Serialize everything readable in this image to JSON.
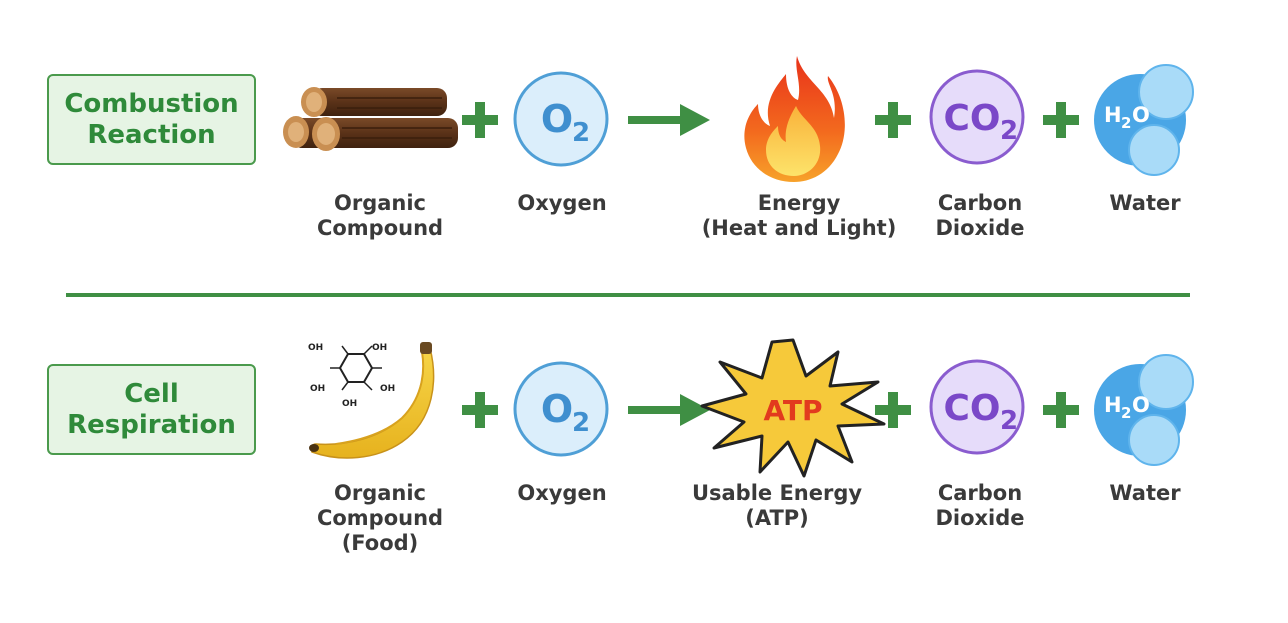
{
  "rows": [
    {
      "label_line1": "Combustion",
      "label_line2": "Reaction",
      "reactant1": [
        "Organic",
        "Compound"
      ],
      "reactant2": [
        "Oxygen"
      ],
      "product1": [
        "Energy",
        "(Heat and Light)"
      ],
      "product2": [
        "Carbon",
        "Dioxide"
      ],
      "product3": [
        "Water"
      ]
    },
    {
      "label_line1": "Cell",
      "label_line2": "Respiration",
      "reactant1": [
        "Organic",
        "Compound",
        "(Food)"
      ],
      "reactant2": [
        "Oxygen"
      ],
      "product1": [
        "Usable Energy",
        "(ATP)"
      ],
      "product2": [
        "Carbon",
        "Dioxide"
      ],
      "product3": [
        "Water"
      ]
    }
  ],
  "symbols": {
    "oxygen": "O",
    "oxygen_sub": "2",
    "co2": "CO",
    "co2_sub": "2",
    "water_h": "H",
    "water_sub": "2",
    "water_o": "O",
    "atp": "ATP",
    "oh": "OH"
  },
  "colors": {
    "green": "#3f8f44",
    "label_bg": "#e6f4e4",
    "o2_fill": "#dbeefb",
    "o2_stroke": "#4f9fd6",
    "co2_fill": "#e6dcfa",
    "co2_stroke": "#8a5ccf",
    "water_blue": "#5aaee8",
    "atp_fill": "#f6c93a",
    "atp_text": "#e23a1e"
  }
}
